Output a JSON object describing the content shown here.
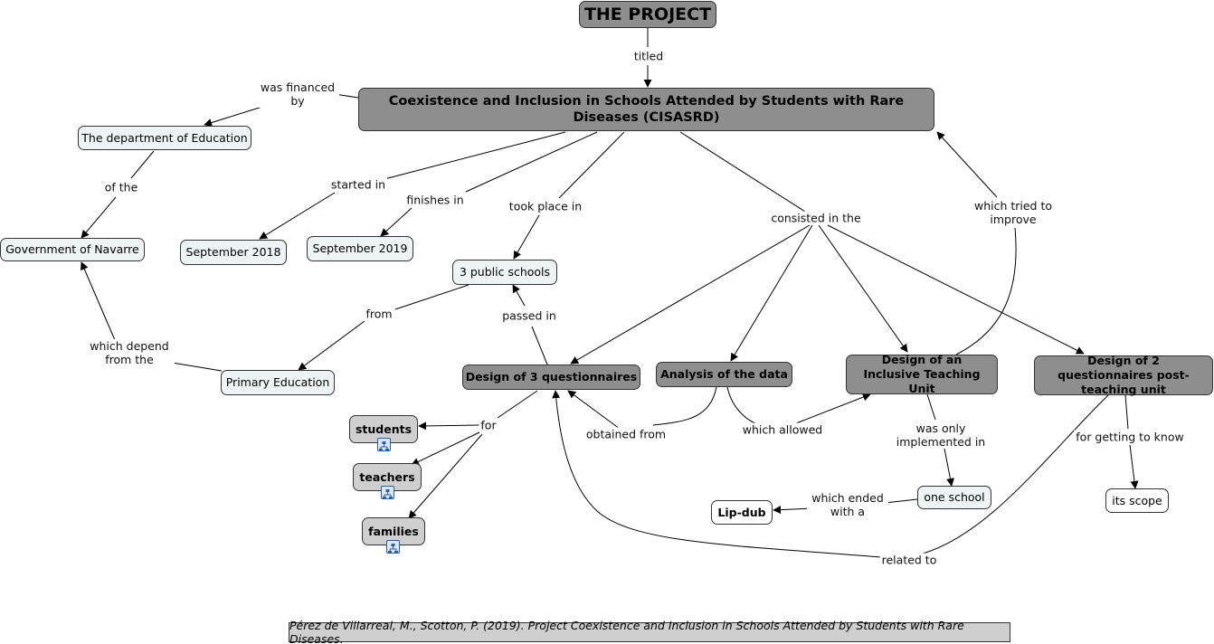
{
  "nodes": {
    "the_project": "THE PROJECT",
    "cisasrd": "Coexistence and Inclusion in Schools Attended by Students with Rare Diseases (CISASRD)",
    "dept_education": "The department of Education",
    "gov_navarre": "Government of Navarre",
    "sep_2018": "September 2018",
    "sep_2019": "September 2019",
    "public_schools": "3 public schools",
    "primary_education": "Primary Education",
    "design_3_questionnaires": "Design of 3 questionnaires",
    "analysis_data": "Analysis of the data",
    "inclusive_unit": "Design of an Inclusive Teaching Unit",
    "post_teaching": "Design of 2 questionnaires post-teaching unit",
    "students": "students",
    "teachers": "teachers",
    "families": "families",
    "lip_dub": "Lip-dub",
    "one_school": "one school",
    "its_scope": "its scope"
  },
  "links": {
    "titled": "titled",
    "was_financed_by": "was financed by",
    "of_the": "of the",
    "started_in": "started in",
    "finishes_in": "finishes in",
    "took_place_in": "took place in",
    "consisted_in_the": "consisted in the",
    "which_tried_to_improve": "which tried to improve",
    "from": "from",
    "passed_in": "passed in",
    "which_depend_from_the": "which depend from the",
    "for": "for",
    "obtained_from": "obtained from",
    "which_allowed": "which allowed",
    "was_only_implemented_in": "was only implemented in",
    "which_ended_with_a": "which ended with a",
    "for_getting_to_know": "for getting to know",
    "related_to": "related to"
  },
  "icons": {
    "subconcept": "concept-map-icon"
  },
  "citation": "Pérez de Villarreal, M., Scotton, P. (2019). Project Coexistence and Inclusion in Schools Attended by Students with Rare Diseases."
}
